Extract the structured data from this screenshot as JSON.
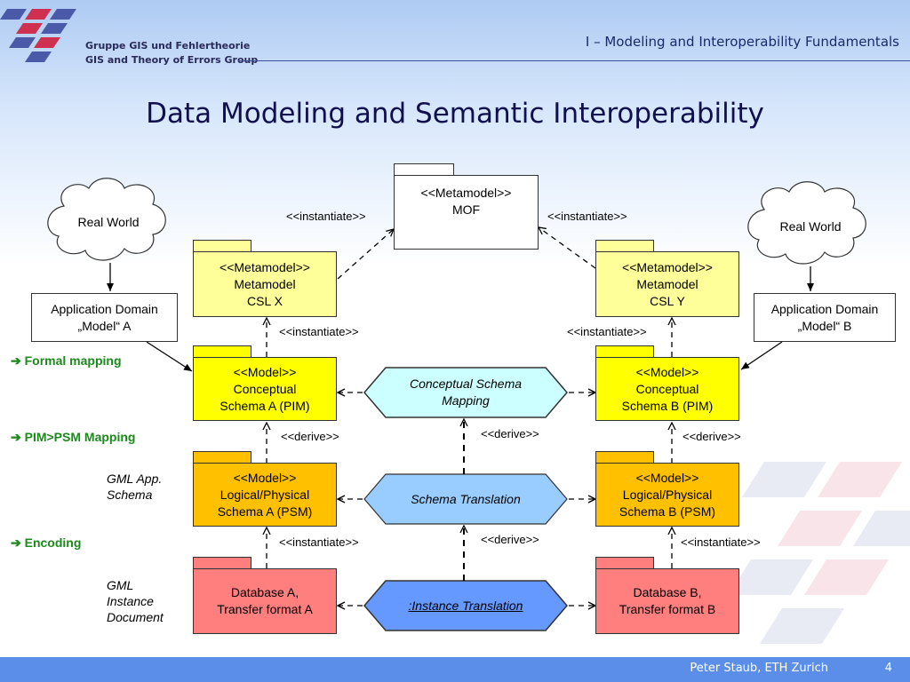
{
  "header": {
    "org_line1": "Gruppe GIS und Fehlertheorie",
    "org_line2": "GIS and Theory of Errors Group",
    "section_title": "I – Modeling and Interoperability Fundamentals"
  },
  "title": "Data Modeling and Semantic Interoperability",
  "colors": {
    "yellow_light": "#ffff99",
    "yellow": "#ffff00",
    "orange": "#ffc000",
    "red": "#ff7f7f",
    "cyan": "#ccffff",
    "light_blue": "#99ccff",
    "blue": "#6699ff",
    "green_text": "#1a8a1a"
  },
  "diagram": {
    "mof": {
      "line1": "<<Metamodel>>",
      "line2": "MOF"
    },
    "instantiate": "<<instantiate>>",
    "derive": "<<derive>>",
    "real_world": "Real World",
    "app_domain_a": {
      "line1": "Application Domain",
      "line2": "„Model“ A"
    },
    "app_domain_b": {
      "line1": "Application Domain",
      "line2": "„Model“ B"
    },
    "meta_x": {
      "line1": "<<Metamodel>>",
      "line2": "Metamodel",
      "line3": "CSL X"
    },
    "meta_y": {
      "line1": "<<Metamodel>>",
      "line2": "Metamodel",
      "line3": "CSL Y"
    },
    "concept_a": {
      "line1": "<<Model>>",
      "line2": "Conceptual",
      "line3": "Schema A (PIM)"
    },
    "concept_b": {
      "line1": "<<Model>>",
      "line2": "Conceptual",
      "line3": "Schema B (PIM)"
    },
    "logical_a": {
      "line1": "<<Model>>",
      "line2": "Logical/Physical",
      "line3": "Schema A (PSM)"
    },
    "logical_b": {
      "line1": "<<Model>>",
      "line2": "Logical/Physical",
      "line3": "Schema B (PSM)"
    },
    "db_a": {
      "line1": "Database A,",
      "line2": "Transfer format A"
    },
    "db_b": {
      "line1": "Database B,",
      "line2": "Transfer format B"
    },
    "csm": {
      "line1": "Conceptual Schema",
      "line2": "Mapping"
    },
    "schema_translation": "Schema Translation",
    "instance_translation": ":Instance Translation"
  },
  "side": {
    "formal_mapping": "➔ Formal mapping",
    "pim_psm": "➔ PIM>PSM Mapping",
    "encoding": "➔ Encoding",
    "gml_app_line1": "GML App.",
    "gml_app_line2": "Schema",
    "gml_inst_line1": "GML",
    "gml_inst_line2": "Instance",
    "gml_inst_line3": "Document"
  },
  "footer": {
    "author": "Peter Staub, ETH Zurich",
    "page": "4"
  }
}
